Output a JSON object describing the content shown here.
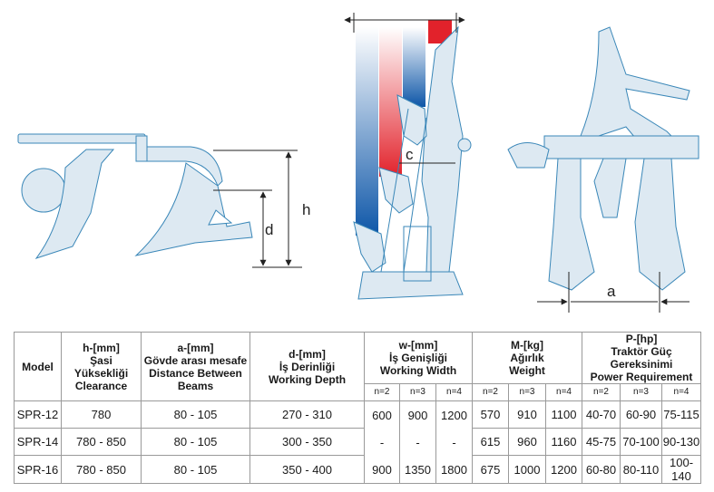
{
  "diagram": {
    "labels": {
      "h": "h",
      "d": "d",
      "c": "c",
      "a": "a"
    }
  },
  "table": {
    "headers": {
      "model": "Model",
      "h": [
        "h-[mm]",
        "Şasi Yüksekliği",
        "Clearance"
      ],
      "a": [
        "a-[mm]",
        "Gövde arası mesafe",
        "Distance Between Beams"
      ],
      "d": [
        "d-[mm]",
        "İş Derinliği",
        "Working Depth"
      ],
      "w": [
        "w-[mm]",
        "İş Genişliği",
        "Working  Width"
      ],
      "m": [
        "M-[kg]",
        "Ağırlık",
        "Weight"
      ],
      "p": [
        "P-[hp]",
        "Traktör Güç Gereksinimi",
        "Power Requirement"
      ]
    },
    "sub": {
      "n2": "n=2",
      "n3": "n=3",
      "n4": "n=4"
    },
    "rows": [
      {
        "model": "SPR-12",
        "h": "780",
        "a": "80 - 105",
        "d": "270 - 310",
        "m": [
          "570",
          "910",
          "1100"
        ],
        "p": [
          "40-70",
          "60-90",
          "75-115"
        ]
      },
      {
        "model": "SPR-14",
        "h": "780 - 850",
        "a": "80 - 105",
        "d": "300 - 350",
        "m": [
          "615",
          "960",
          "1160"
        ],
        "p": [
          "45-75",
          "70-100",
          "90-130"
        ]
      },
      {
        "model": "SPR-16",
        "h": "780 - 850",
        "a": "80 - 105",
        "d": "350 - 400",
        "m": [
          "675",
          "1000",
          "1200"
        ],
        "p": [
          "60-80",
          "80-110",
          "100-140"
        ]
      }
    ],
    "width": {
      "top": [
        "600",
        "900",
        "1200"
      ],
      "mid": [
        "-",
        "-",
        "-"
      ],
      "bottom": [
        "900",
        "1350",
        "1800"
      ]
    }
  }
}
